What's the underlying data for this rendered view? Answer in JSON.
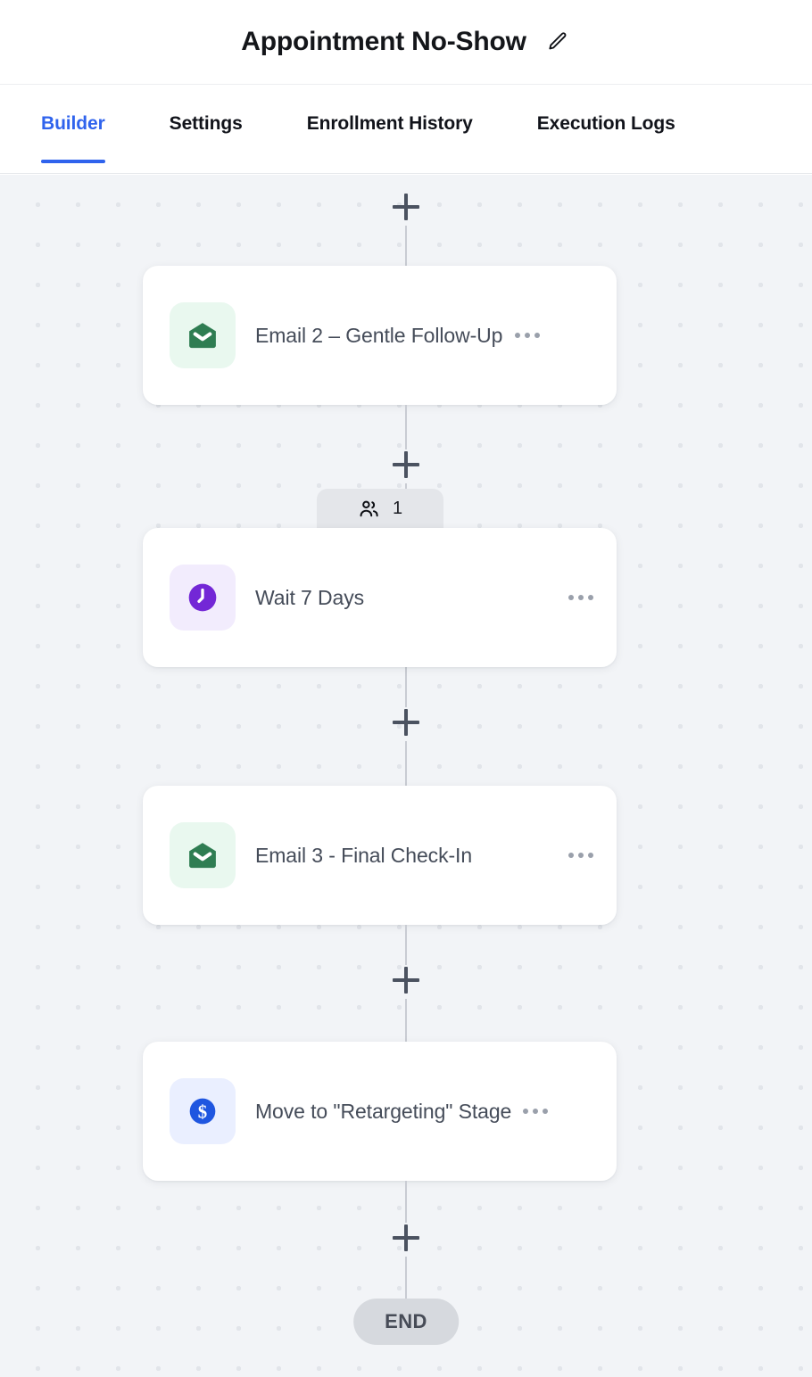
{
  "header": {
    "title": "Appointment No-Show",
    "edit_icon": "pencil-icon"
  },
  "tabs": [
    {
      "label": "Builder",
      "active": true
    },
    {
      "label": "Settings",
      "active": false
    },
    {
      "label": "Enrollment History",
      "active": false
    },
    {
      "label": "Execution Logs",
      "active": false
    }
  ],
  "canvas": {
    "add_step_label": "+",
    "contact_badge": {
      "icon": "people-icon",
      "count": "1"
    },
    "end_label": "END",
    "colors": {
      "accent": "#2f63ed",
      "canvas_bg": "#f2f4f7",
      "dot_grid": "#e2e5ea",
      "connector": "#c9ccd3",
      "email_icon": "#2f7d52",
      "email_icon_bg": "#e9f8ef",
      "wait_icon": "#7327d6",
      "wait_icon_bg": "#f2ecfd",
      "stage_icon": "#1f56e0",
      "stage_icon_bg": "#eaefff",
      "end_pill_bg": "#d6d9de"
    },
    "nodes": [
      {
        "label": "Email 2 – Gentle Follow-Up",
        "icon": "envelope-icon",
        "icon_style": "green",
        "menu": "more-options-icon"
      },
      {
        "label": "Wait 7 Days",
        "icon": "clock-icon",
        "icon_style": "purple",
        "menu": "more-options-icon"
      },
      {
        "label": "Email 3 - Final Check-In",
        "icon": "envelope-icon",
        "icon_style": "green",
        "menu": "more-options-icon"
      },
      {
        "label": "Move to \"Retargeting\" Stage",
        "icon": "dollar-icon",
        "icon_style": "blue",
        "menu": "more-options-icon"
      }
    ]
  }
}
